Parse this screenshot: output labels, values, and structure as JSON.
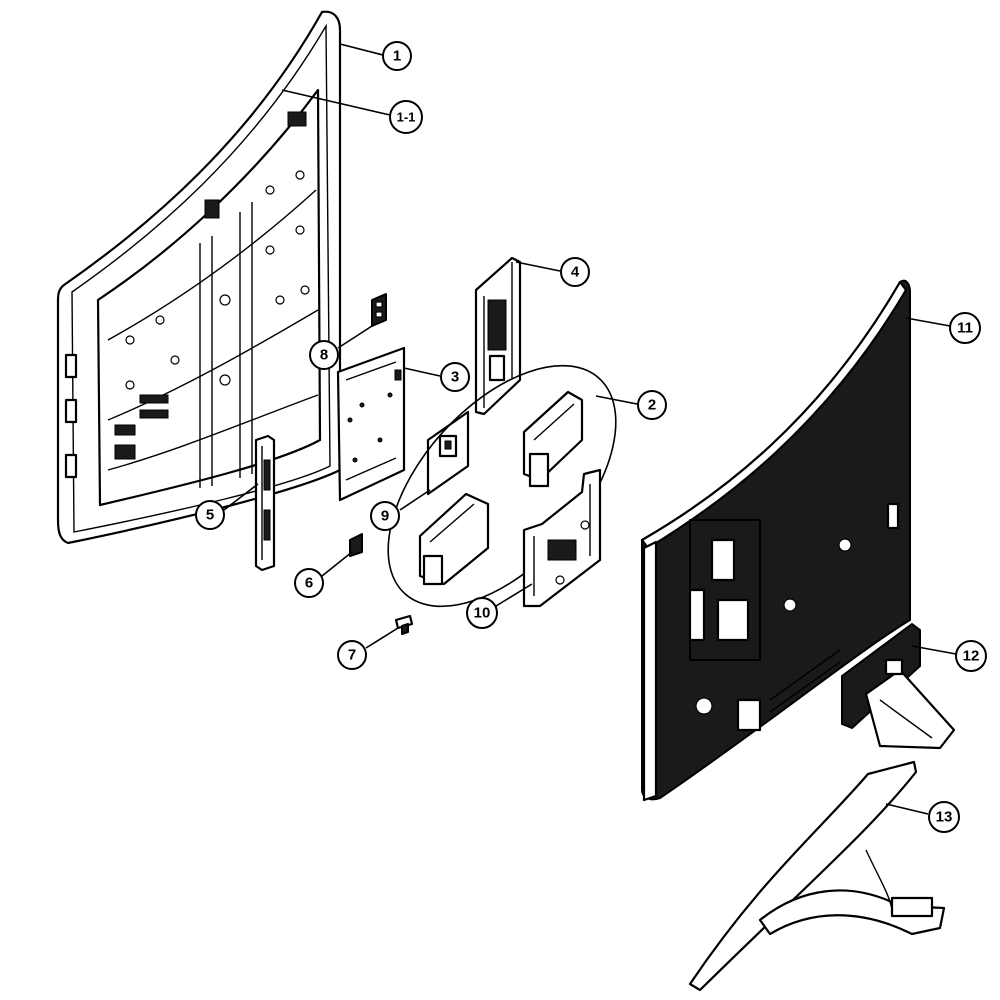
{
  "callouts": {
    "c1": "1",
    "c1_1": "1-1",
    "c2": "2",
    "c3": "3",
    "c4": "4",
    "c5": "5",
    "c6": "6",
    "c7": "7",
    "c8": "8",
    "c9": "9",
    "c10": "10",
    "c11": "11",
    "c12": "12",
    "c13": "13"
  },
  "colors": {
    "line": "#000000",
    "background": "#ffffff",
    "dark_fill": "#1a1a1a"
  }
}
